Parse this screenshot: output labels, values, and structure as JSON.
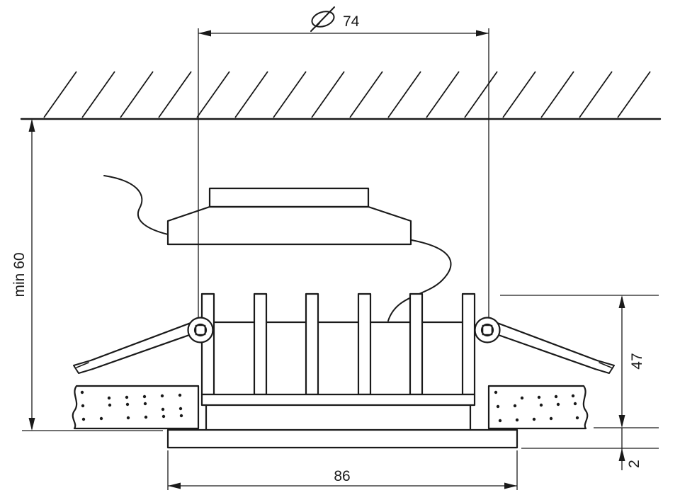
{
  "page": {
    "background_color": "#ffffff",
    "line_color": "#1a1a1a"
  },
  "drawing": {
    "dimensions": {
      "cutout": {
        "symbol": "diameter-icon",
        "label": "74"
      },
      "recess_depth": {
        "label": "min 60"
      },
      "housing_depth": {
        "label": "47"
      },
      "trim_protrusion": {
        "label": "2"
      },
      "overall_width": {
        "label": "86"
      }
    }
  }
}
